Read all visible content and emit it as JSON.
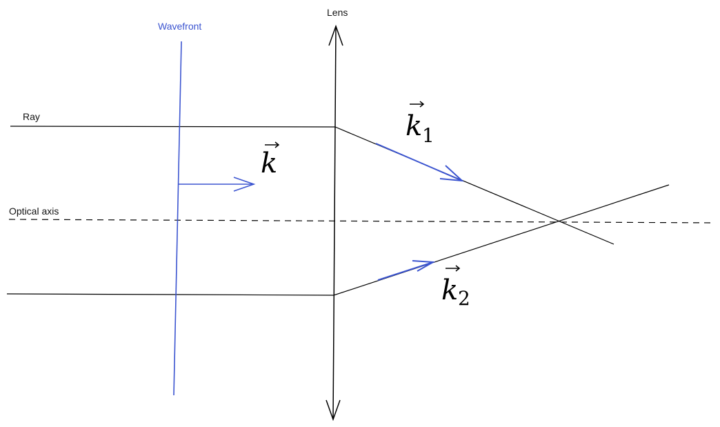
{
  "labels": {
    "lens": "Lens",
    "wavefront": "Wavefront",
    "ray": "Ray",
    "optical_axis": "Optical axis"
  },
  "vectors": {
    "k": {
      "symbol": "k"
    },
    "k1": {
      "symbol": "k",
      "subscript": "1"
    },
    "k2": {
      "symbol": "k",
      "subscript": "2"
    }
  },
  "colors": {
    "line": "#000000",
    "wavefront": "#3b54d0"
  }
}
